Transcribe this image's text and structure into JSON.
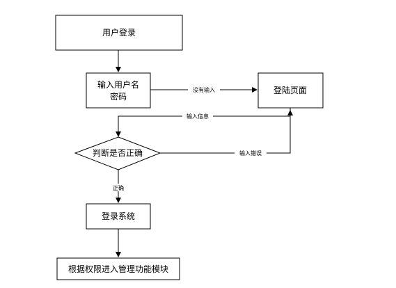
{
  "diagram": {
    "nodes": {
      "user_login": "用户登录",
      "input_credentials": {
        "line1": "输入用户名",
        "line2": "密码"
      },
      "login_page": "登陆页面",
      "check_correct": "判断是否正确",
      "login_system": "登录系统",
      "enter_module": "根据权限进入管理功能模块"
    },
    "edges": {
      "no_input": "没有输入",
      "input_info": "输入信息",
      "input_error": "输入错误",
      "correct": "正确"
    }
  }
}
